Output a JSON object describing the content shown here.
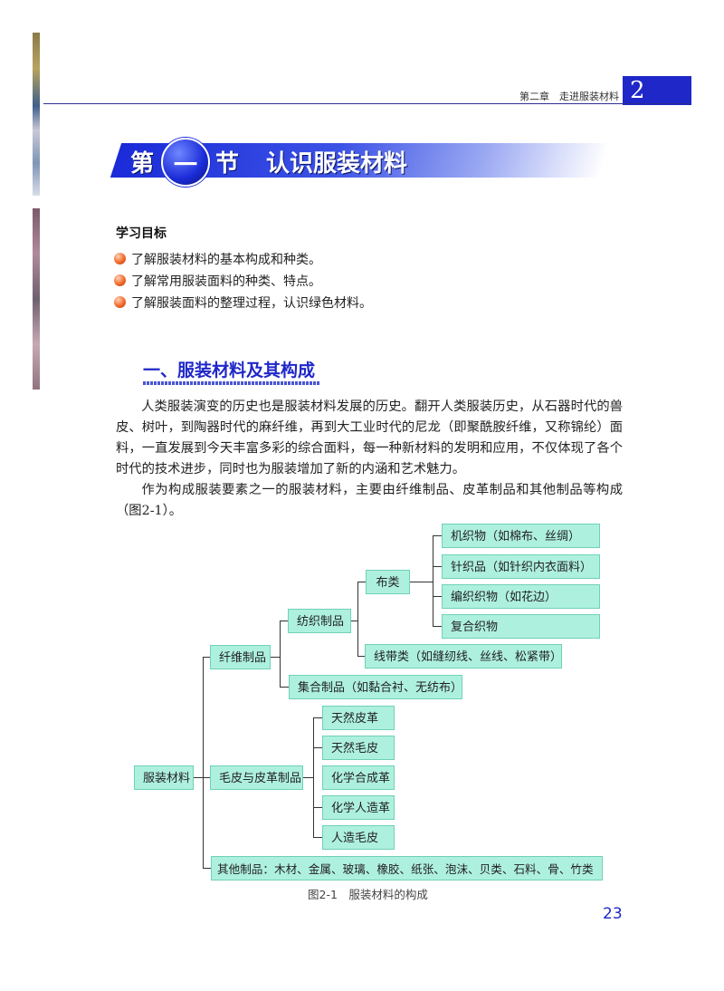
{
  "header": {
    "chapter_label": "第二章　走进服装材料",
    "chapter_number": "2"
  },
  "banner": {
    "prefix": "第",
    "number": "一",
    "suffix": "节",
    "title": "认识服装材料"
  },
  "objectives": {
    "title": "学习目标",
    "items": [
      "了解服装材料的基本构成和种类。",
      "了解常用服装面料的种类、特点。",
      "了解服装面料的整理过程，认识绿色材料。"
    ]
  },
  "section": {
    "title": "一、服装材料及其构成"
  },
  "paragraphs": [
    "人类服装演变的历史也是服装材料发展的历史。翻开人类服装历史，从石器时代的兽皮、树叶，到陶器时代的麻纤维，再到大工业时代的尼龙（即聚酰胺纤维，又称锦纶）面料，一直发展到今天丰富多彩的综合面料，每一种新材料的发明和应用，不仅体现了各个时代的技术进步，同时也为服装增加了新的内涵和艺术魅力。",
    "作为构成服装要素之一的服装材料，主要由纤维制品、皮革制品和其他制品等构成（图2-1）。"
  ],
  "diagram": {
    "root": "服装材料",
    "fiber": "纤维制品",
    "textile": "纺织制品",
    "cloth": "布类",
    "woven": "机织物（如棉布、丝绸）",
    "knitted": "针织品（如针织内衣面料）",
    "braided": "编织织物（如花边）",
    "composite": "复合织物",
    "thread": "线带类（如缝纫线、丝线、松紧带）",
    "nonwoven": "集合制品（如黏合衬、无纺布）",
    "leather_group": "毛皮与皮革制品",
    "natural_leather": "天然皮革",
    "natural_fur": "天然毛皮",
    "synthetic_leather": "化学合成革",
    "artificial_leather": "化学人造革",
    "artificial_fur": "人造毛皮",
    "others": "其他制品：木材、金属、玻璃、橡胶、纸张、泡沫、贝类、石料、骨、竹类",
    "caption": "图2-1　服装材料的构成"
  },
  "page_number": "23"
}
